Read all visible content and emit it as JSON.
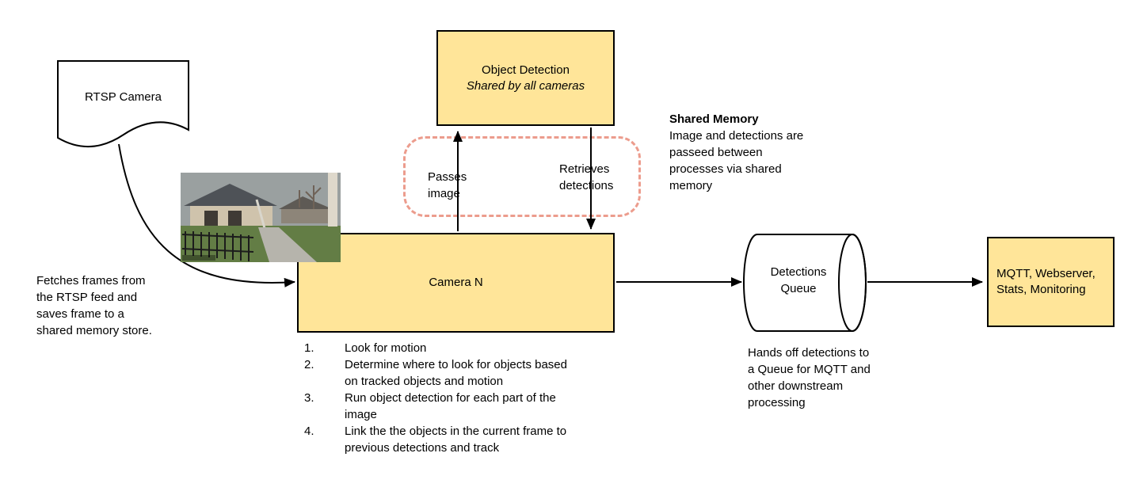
{
  "diagram": {
    "rtsp_camera_label": "RTSP Camera",
    "fetches_note": "Fetches frames from the RTSP feed and saves frame to a shared memory store.",
    "object_detection": {
      "title": "Object Detection",
      "subtitle": "Shared by all cameras"
    },
    "shared_memory_flow": {
      "passes_label": "Passes image",
      "retrieves_label": "Retrieves detections"
    },
    "shared_memory_note": {
      "heading": "Shared Memory",
      "body": "Image and detections are passeed between processes via shared memory"
    },
    "camera_label": "Camera N",
    "steps": [
      {
        "num": "1.",
        "text": "Look for motion"
      },
      {
        "num": "2.",
        "text": "Determine where to look for objects based on tracked objects and motion"
      },
      {
        "num": "3.",
        "text": "Run object detection for each part of the image"
      },
      {
        "num": "4.",
        "text": "Link the the objects in the current frame to previous detections and track"
      }
    ],
    "queue_label": "Detections Queue",
    "hands_off_note": "Hands off detections to a Queue for MQTT and other downstream processing",
    "outputs_label": "MQTT, Webserver, Stats, Monitoring",
    "colors": {
      "node_fill": "#ffe599",
      "node_border": "#000000",
      "shared_memory_zone_border": "#ec9c8d",
      "arrow": "#000000"
    }
  }
}
